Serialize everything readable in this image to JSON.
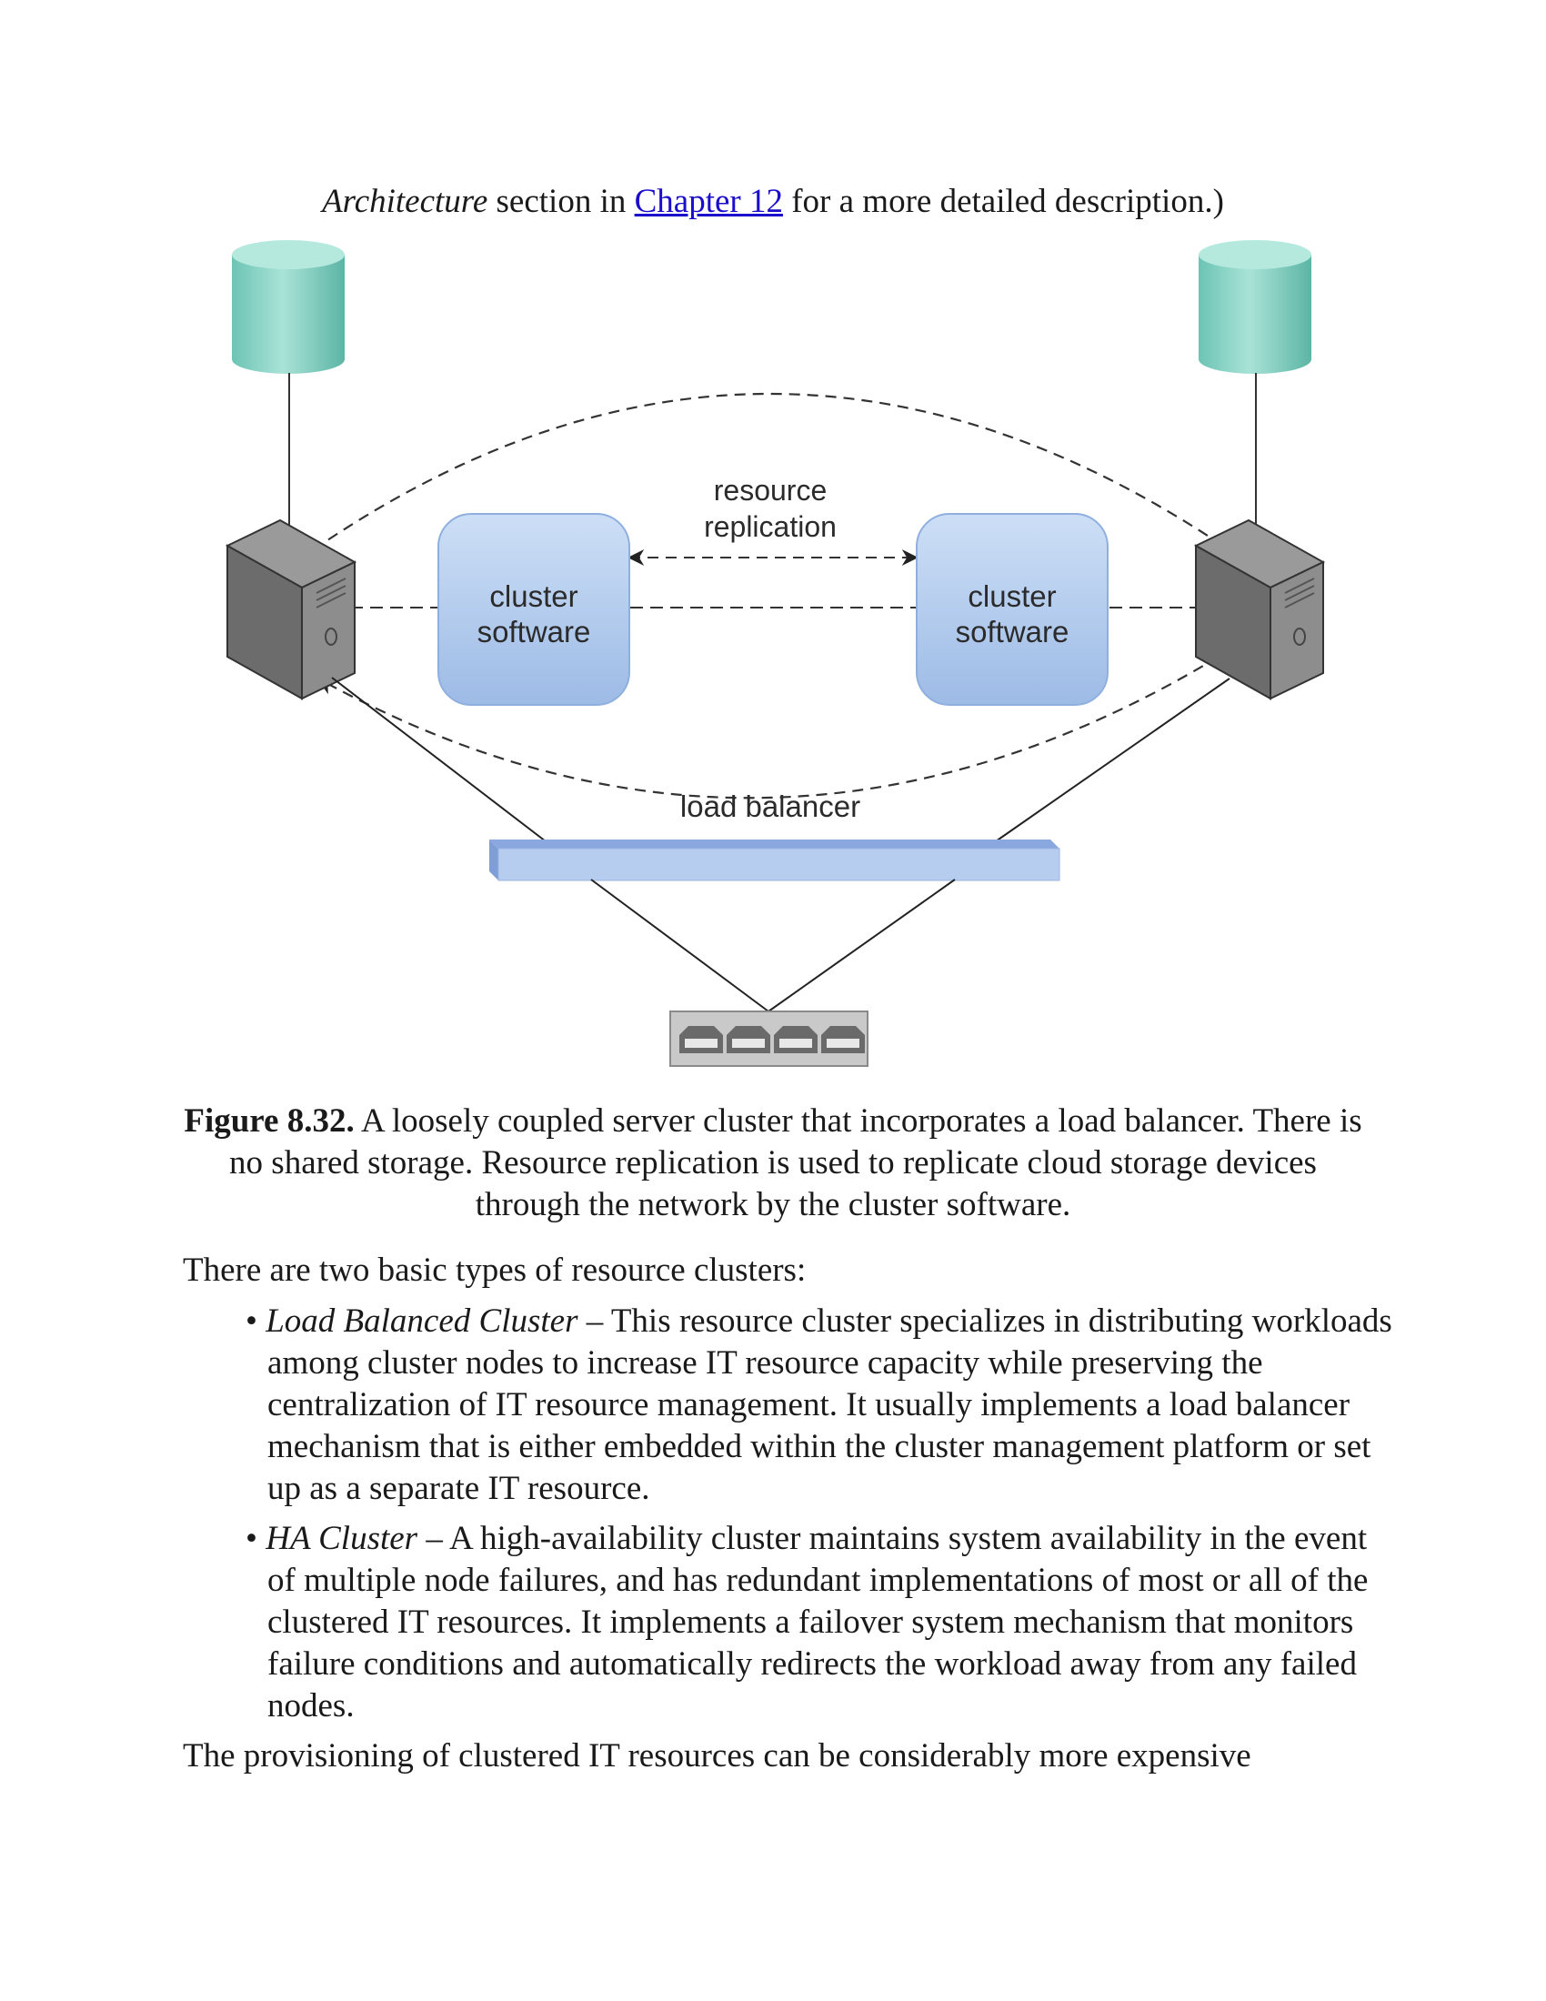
{
  "intro": {
    "italic": "Architecture",
    "before_link": " section in ",
    "link": "Chapter 12",
    "after_link": " for a more detailed description.)"
  },
  "diagram": {
    "label_replication_line1": "resource",
    "label_replication_line2": "replication",
    "cluster_left_line1": "cluster",
    "cluster_left_line2": "software",
    "cluster_right_line1": "cluster",
    "cluster_right_line2": "software",
    "label_load_balancer": "load balancer",
    "colors": {
      "storage": "#8fd6c8",
      "cluster_box": "#b5cdef",
      "load_balancer": "#a9c3ea",
      "server": "#6f6f6f"
    }
  },
  "caption": {
    "label": "Figure 8.32.",
    "text": " A loosely coupled server cluster that incorporates a load balancer. There is no shared storage. Resource replication is used to replicate cloud storage devices through the network by the cluster software."
  },
  "paragraph_1": "There are two basic types of resource clusters:",
  "bullets": [
    {
      "marker": "•",
      "term": "Load Balanced Cluster",
      "text": " – This resource cluster specializes in distributing workloads among cluster nodes to increase IT resource capacity while preserving the centralization of IT resource management. It usually implements a load balancer mechanism that is either embedded within the cluster management platform or set up as a separate IT resource."
    },
    {
      "marker": "•",
      "term": "HA Cluster",
      "text": " – A high-availability cluster maintains system availability in the event of multiple node failures, and has redundant implementations of most or all of the clustered IT resources. It implements a failover system mechanism that monitors failure conditions and automatically redirects the workload away from any failed nodes."
    }
  ],
  "paragraph_2": "The provisioning of clustered IT resources can be considerably more expensive"
}
